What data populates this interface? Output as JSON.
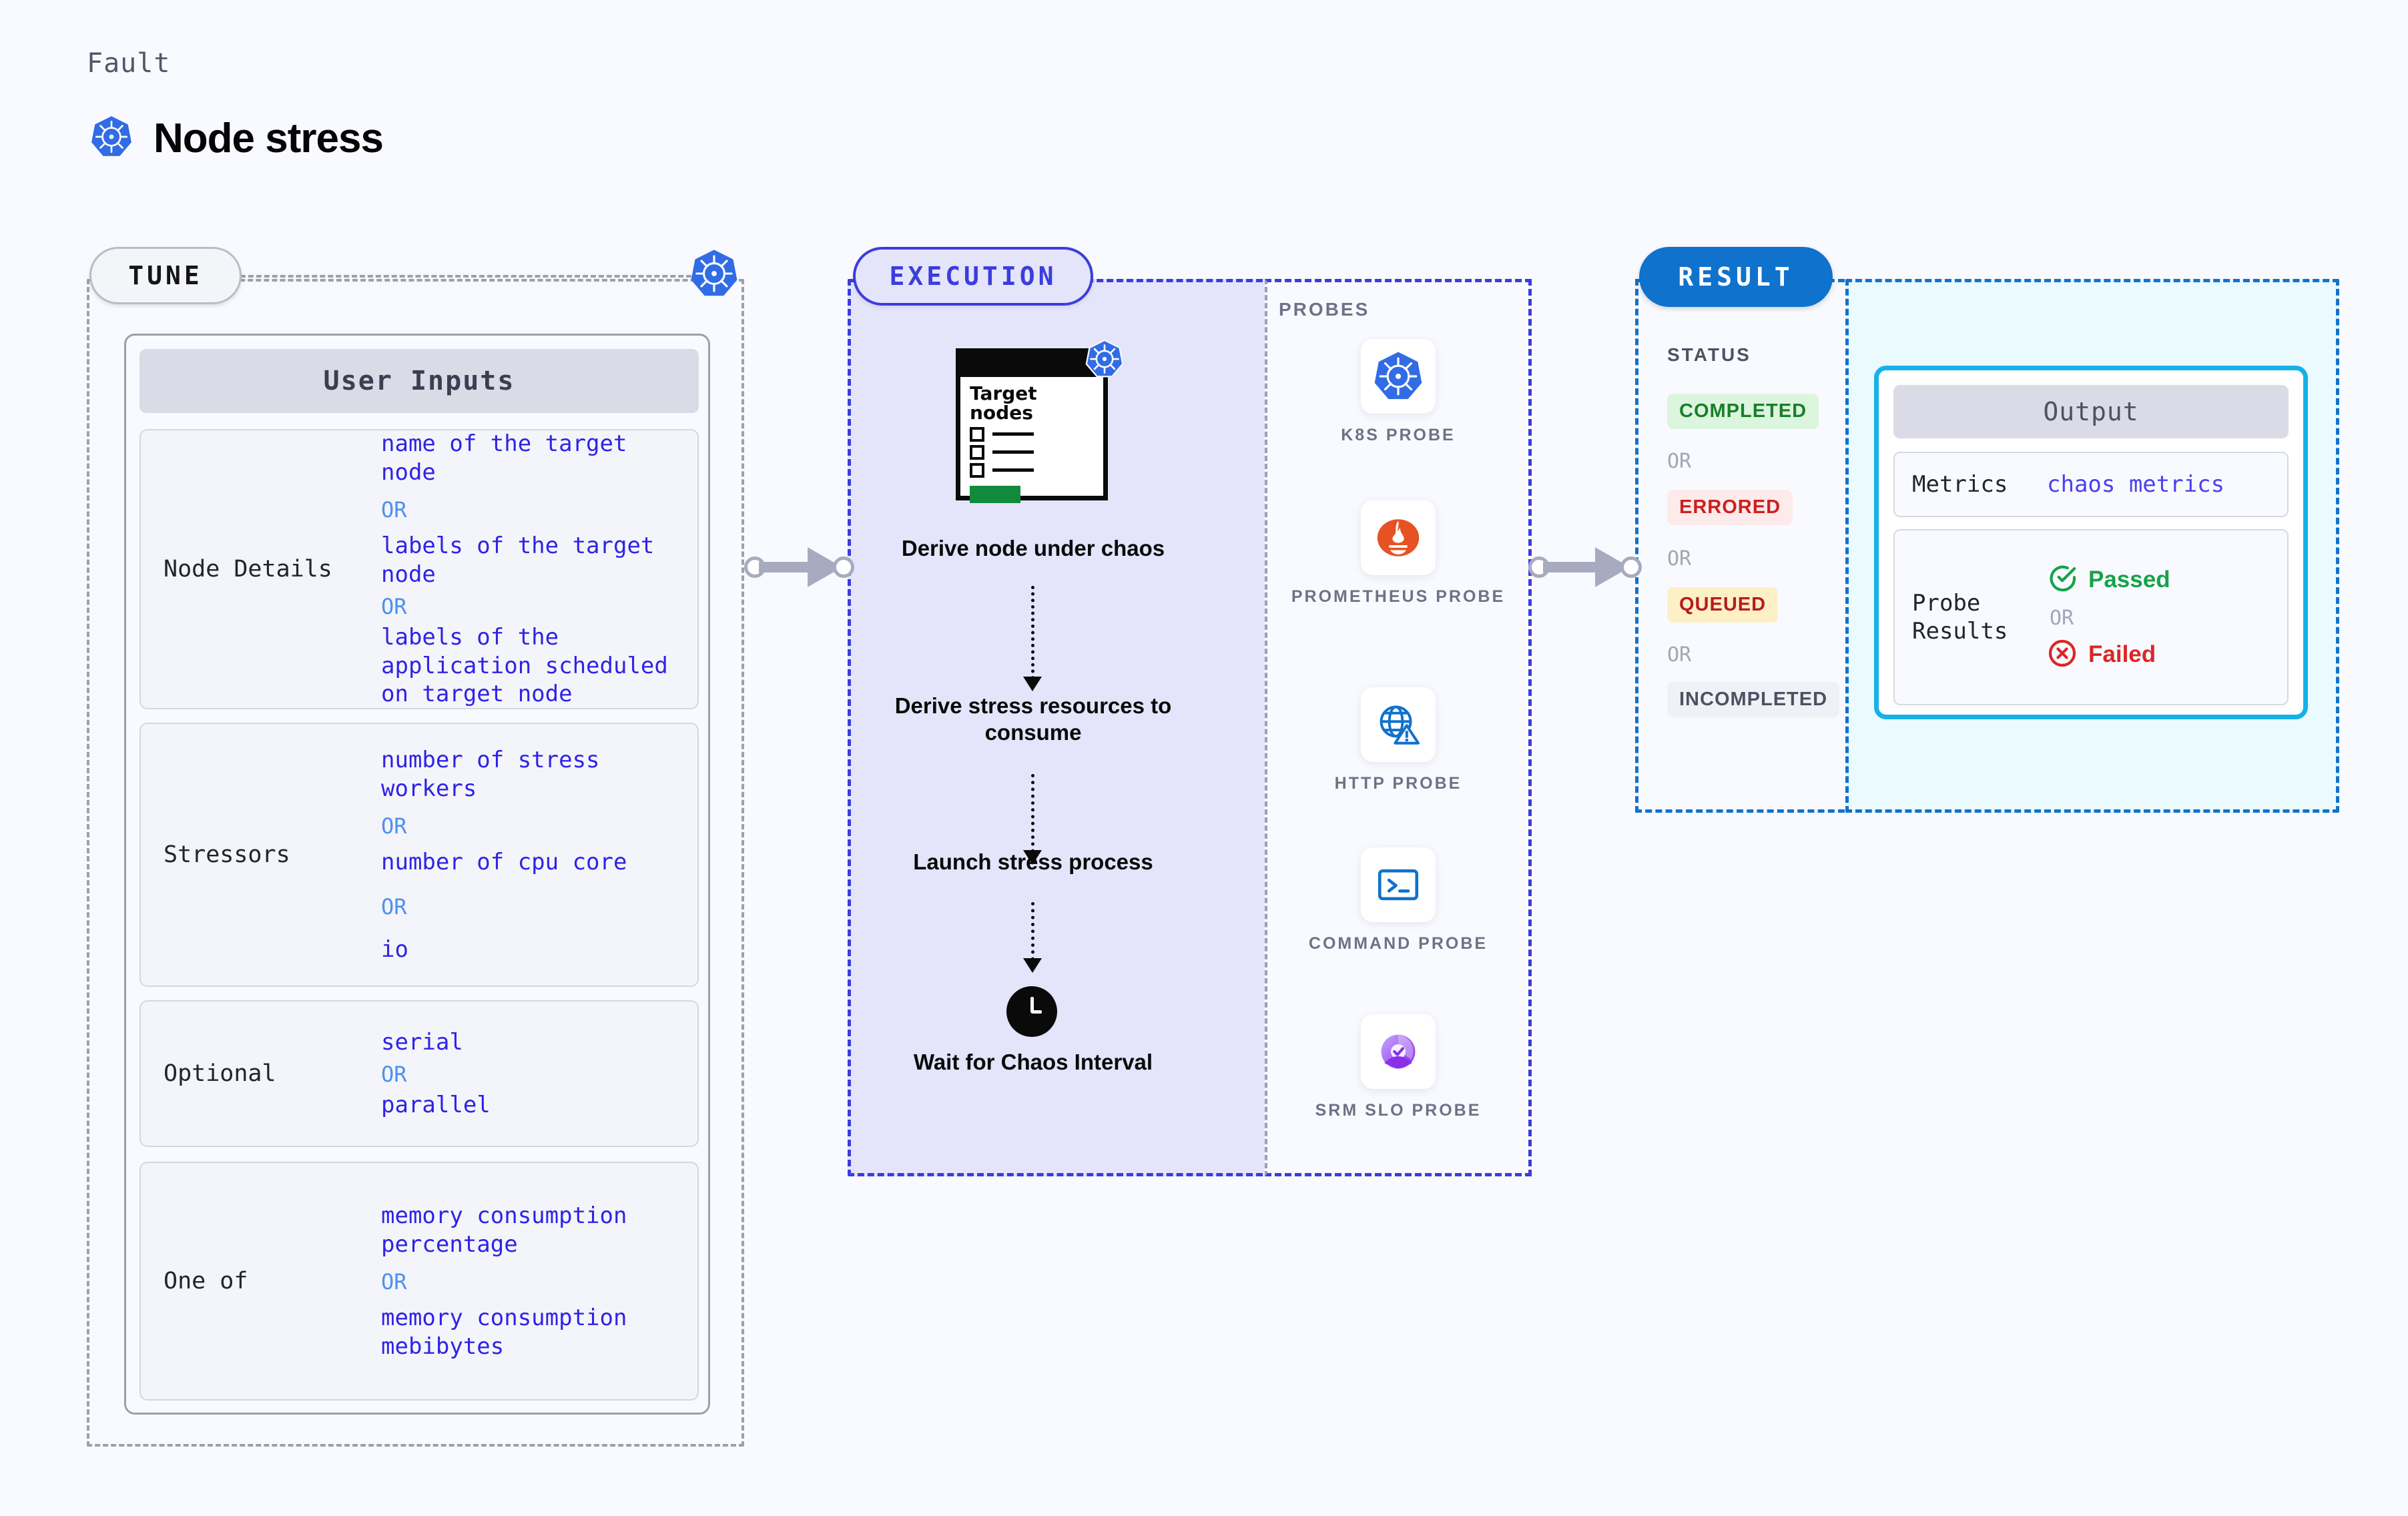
{
  "header": {
    "fault_label": "Fault",
    "title": "Node stress",
    "icon": "kubernetes-icon"
  },
  "colors": {
    "background": "#f9faff",
    "tune_border": "#9aa0af",
    "execution_border": "#3b3ddb",
    "execution_fill": "#e4e4fb",
    "result_border": "#0f72cd",
    "output_border": "#16b1e8",
    "output_fill": "#eafaff",
    "value_blue": "#2f23e6",
    "or_blue": "#4f90f0",
    "passed_green": "#16a34a",
    "failed_red": "#dc2626"
  },
  "tune": {
    "pill_label": "TUNE",
    "badge_icon": "kubernetes-icon",
    "card_title": "User Inputs",
    "sections": [
      {
        "label": "Node Details",
        "items": [
          {
            "type": "value",
            "text": "name of the target node"
          },
          {
            "type": "or",
            "text": "OR"
          },
          {
            "type": "value",
            "text": "labels of the target node"
          },
          {
            "type": "or",
            "text": "OR"
          },
          {
            "type": "value",
            "text": "labels of the application scheduled on target node"
          }
        ]
      },
      {
        "label": "Stressors",
        "items": [
          {
            "type": "value",
            "text": "number of stress workers"
          },
          {
            "type": "or",
            "text": "OR"
          },
          {
            "type": "value",
            "text": "number of cpu core"
          },
          {
            "type": "or",
            "text": "OR"
          },
          {
            "type": "value",
            "text": "io"
          }
        ]
      },
      {
        "label": "Optional",
        "items": [
          {
            "type": "value",
            "text": "serial"
          },
          {
            "type": "or",
            "text": "OR"
          },
          {
            "type": "value",
            "text": "parallel"
          }
        ]
      },
      {
        "label": "One of",
        "items": [
          {
            "type": "value",
            "text": "memory consumption percentage"
          },
          {
            "type": "or",
            "text": "OR"
          },
          {
            "type": "value",
            "text": "memory consumption mebibytes"
          }
        ]
      }
    ]
  },
  "execution": {
    "pill_label": "EXECUTION",
    "card": {
      "title_line1": "Target",
      "title_line2": "nodes",
      "badge_icon": "kubernetes-icon",
      "checkbox_rows": 3
    },
    "steps": [
      "Derive node under chaos",
      "Derive stress resources to consume",
      "Launch stress process",
      "Wait for Chaos Interval"
    ],
    "clock_icon": "clock-icon"
  },
  "probes": {
    "title": "PROBES",
    "items": [
      {
        "label": "K8S PROBE",
        "icon": "kubernetes-icon"
      },
      {
        "label": "PROMETHEUS PROBE",
        "icon": "prometheus-icon"
      },
      {
        "label": "HTTP PROBE",
        "icon": "globe-warning-icon"
      },
      {
        "label": "COMMAND PROBE",
        "icon": "terminal-icon"
      },
      {
        "label": "SRM SLO PROBE",
        "icon": "srm-slo-icon"
      }
    ]
  },
  "result": {
    "pill_label": "RESULT",
    "status_title": "STATUS",
    "or_label": "OR",
    "statuses": [
      {
        "label": "COMPLETED",
        "fg": "#1a7f29",
        "bg": "#dcf5df"
      },
      {
        "label": "ERRORED",
        "fg": "#cc1f1f",
        "bg": "#fdeaea"
      },
      {
        "label": "QUEUED",
        "fg": "#b71c1c",
        "bg": "#fdf0c6"
      },
      {
        "label": "INCOMPLETED",
        "fg": "#4d5163",
        "bg": "#f0f1f6"
      }
    ]
  },
  "output": {
    "card_title": "Output",
    "metrics_label": "Metrics",
    "metrics_value": "chaos metrics",
    "probe_results_label": "Probe Results",
    "or_label": "OR",
    "passed_label": "Passed",
    "passed_icon": "check-circle-icon",
    "failed_label": "Failed",
    "failed_icon": "x-circle-icon"
  }
}
